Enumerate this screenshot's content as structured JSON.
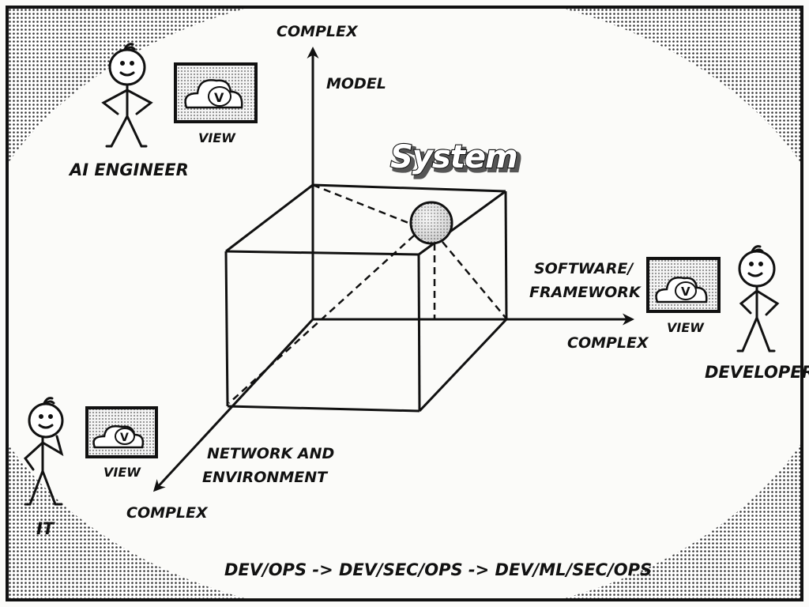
{
  "title": "System",
  "axes": {
    "vertical": {
      "end_label": "COMPLEX",
      "name": "MODEL"
    },
    "horizontal": {
      "end_label": "COMPLEX",
      "name_line1": "SOFTWARE/",
      "name_line2": "FRAMEWORK"
    },
    "depth": {
      "end_label": "COMPLEX",
      "name_line1": "NETWORK AND",
      "name_line2": "ENVIRONMENT"
    }
  },
  "personas": [
    {
      "name": "AI ENGINEER",
      "view_label": "VIEW",
      "view_icon": "V"
    },
    {
      "name": "DEVELOPER",
      "view_label": "VIEW",
      "view_icon": "V"
    },
    {
      "name": "IT",
      "view_label": "VIEW",
      "view_icon": "V"
    }
  ],
  "footer": "DEV/OPS -> DEV/SEC/OPS -> DEV/ML/SEC/OPS",
  "colors": {
    "ink": "#111111",
    "paper": "#fbfbf9"
  }
}
